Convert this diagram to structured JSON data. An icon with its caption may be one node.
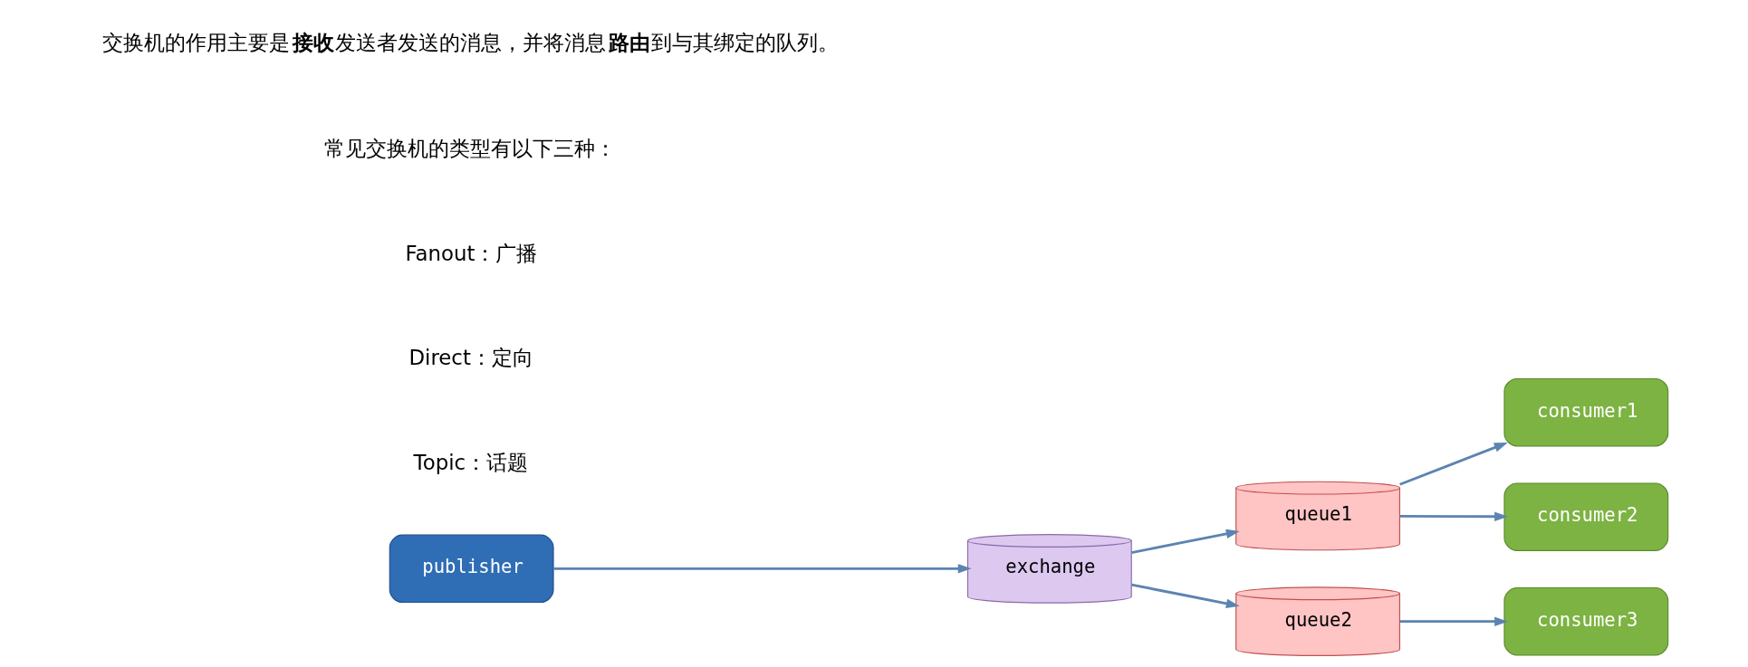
{
  "diagram": {
    "nodes": [
      {
        "text": [
          "publisher"
        ]
      },
      {
        "text": [
          "exchange"
        ]
      },
      {
        "text": [
          "queue1"
        ]
      },
      {
        "text": [
          "queue2"
        ]
      },
      {
        "text": [
          "consumer1"
        ]
      },
      {
        "text": [
          "consumer2"
        ]
      },
      {
        "text": [
          "consumer3"
        ]
      }
    ],
    "edges": [
      {
        "from": 0,
        "to": 1,
        "arrow": "to"
      },
      {
        "from": 1,
        "to": 2,
        "arrow": "to"
      },
      {
        "from": 1,
        "to": 3,
        "arrow": "to"
      },
      {
        "from": 2,
        "to": 4,
        "arrow": "to"
      },
      {
        "from": 2,
        "to": 5,
        "arrow": "to"
      },
      {
        "from": 3,
        "to": 6,
        "arrow": "to"
      }
    ],
    "labels": [
      "交换机的作用主要是**接收**发送者发送的消息，并将消息**路由**到与其绑定的队列。",
      "常见交换机的类型有以下三种：",
      "Fanout：广播",
      "Direct：定向",
      "Topic：话题"
    ]
  }
}
